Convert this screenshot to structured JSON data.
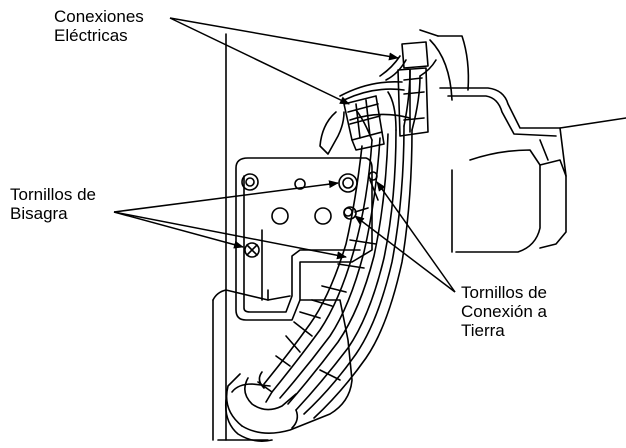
{
  "labels": {
    "electrical_connections": {
      "line1": "Conexiones",
      "line2": "Eléctricas"
    },
    "hinge_screws": {
      "line1": "Tornillos de",
      "line2": "Bisagra"
    },
    "ground_screws": {
      "line1": "Tornillos de",
      "line2": "Conexión a",
      "line3": "Tierra"
    }
  },
  "colors": {
    "ink": "#000000",
    "background": "#ffffff"
  }
}
